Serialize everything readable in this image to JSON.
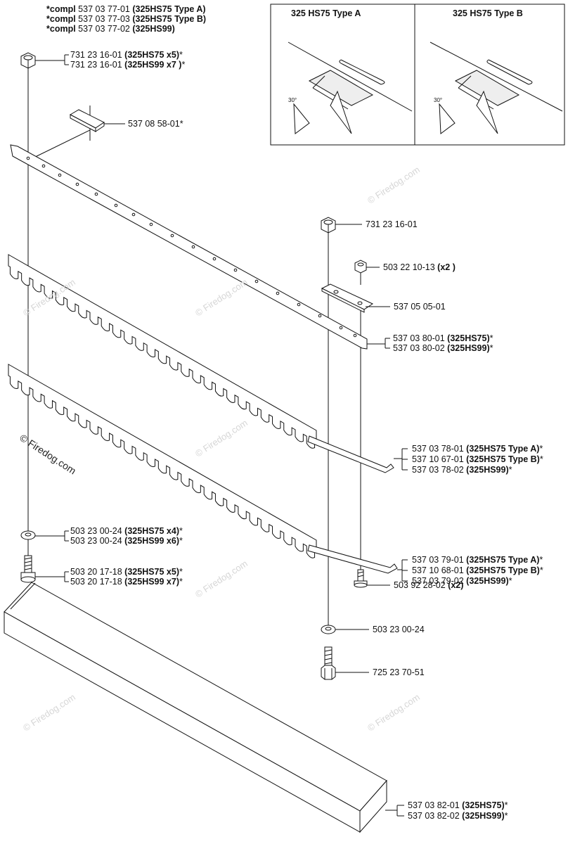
{
  "header": {
    "lines": [
      {
        "prefix": "*compl",
        "num": "537 03 77-01",
        "model": "(325HS75 Type A)"
      },
      {
        "prefix": "*compl",
        "num": "537 03 77-03",
        "model": "(325HS75 Type B)"
      },
      {
        "prefix": "*compl",
        "num": "537 03 77-02",
        "model": "(325HS99)"
      }
    ]
  },
  "inset": {
    "panel_a": "325 HS75 Type A",
    "panel_b": "325 HS75 Type B",
    "angle_a": "30°",
    "angle_b": "30°"
  },
  "parts": {
    "nut_left": [
      {
        "num": "731 23 16-01",
        "model": "(325HS75 x5)",
        "suffix": "*"
      },
      {
        "num": "731 23 16-01",
        "model": "(325HS99 x7 )",
        "suffix": "*"
      }
    ],
    "plate_small": [
      {
        "num": "537 08 58-01",
        "model": "",
        "suffix": "*"
      }
    ],
    "nut_right": [
      {
        "num": "731 23 16-01",
        "model": "",
        "suffix": ""
      }
    ],
    "nut_small": [
      {
        "num": "503 22 10-13",
        "model": "(x2 )",
        "suffix": ""
      }
    ],
    "clamp_plate": [
      {
        "num": "537 05 05-01",
        "model": "",
        "suffix": ""
      }
    ],
    "guide_bar": [
      {
        "num": "537 03 80-01",
        "model": "(325HS75)",
        "suffix": "*"
      },
      {
        "num": "537 03 80-02",
        "model": "(325HS99)",
        "suffix": "*"
      }
    ],
    "blade_upper": [
      {
        "num": "537 03 78-01",
        "model": "(325HS75 Type A)",
        "suffix": "*"
      },
      {
        "num": "537 10 67-01",
        "model": "(325HS75 Type B)",
        "suffix": "*"
      },
      {
        "num": "537 03 78-02",
        "model": "(325HS99)",
        "suffix": "*"
      }
    ],
    "washer_left": [
      {
        "num": "503 23 00-24",
        "model": "(325HS75 x4)",
        "suffix": "*"
      },
      {
        "num": "503 23 00-24",
        "model": "(325HS99 x6)",
        "suffix": "*"
      }
    ],
    "screw_left": [
      {
        "num": "503 20 17-18",
        "model": "(325HS75 x5)",
        "suffix": "*"
      },
      {
        "num": "503 20 17-18",
        "model": "(325HS99 x7)",
        "suffix": "*"
      }
    ],
    "blade_lower": [
      {
        "num": "537 03 79-01",
        "model": "(325HS75 Type A)",
        "suffix": "*"
      },
      {
        "num": "537 10 68-01",
        "model": "(325HS75 Type B)",
        "suffix": "*"
      },
      {
        "num": "537 03 79-02",
        "model": "(325HS99)",
        "suffix": "*"
      }
    ],
    "screw_small": [
      {
        "num": "503 92 28-02",
        "model": "(x2)",
        "suffix": ""
      }
    ],
    "washer_right": [
      {
        "num": "503 23 00-24",
        "model": "",
        "suffix": ""
      }
    ],
    "bolt_right": [
      {
        "num": "725 23 70-51",
        "model": "",
        "suffix": ""
      }
    ],
    "guard": [
      {
        "num": "537 03 82-01",
        "model": "(325HS75)",
        "suffix": "*"
      },
      {
        "num": "537 03 82-02",
        "model": "(325HS99)",
        "suffix": "*"
      }
    ]
  },
  "watermark": {
    "main": "© Firedog.com",
    "repeat": "© Firedog.com"
  }
}
